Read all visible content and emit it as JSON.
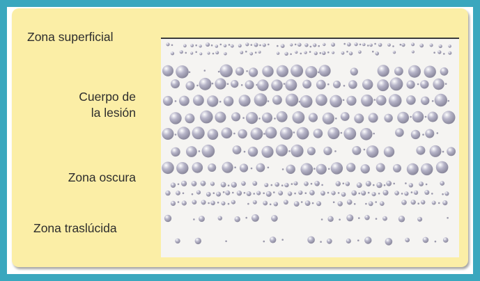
{
  "figure": {
    "zones": {
      "superficial": "Zona superficial",
      "cuerpo_line1": "Cuerpo de",
      "cuerpo_line2": "la lesión",
      "oscura": "Zona oscura",
      "traslucida": "Zona traslúcida"
    },
    "colors": {
      "frame": "#3aa7be",
      "panel": "#fbeea6",
      "block": "#f5f4f2",
      "sphere": "#b7b5c9",
      "sphere_highlight": "#ffffff",
      "sphere_shadow": "#8a889c",
      "top_line": "#3a3a3a"
    }
  }
}
